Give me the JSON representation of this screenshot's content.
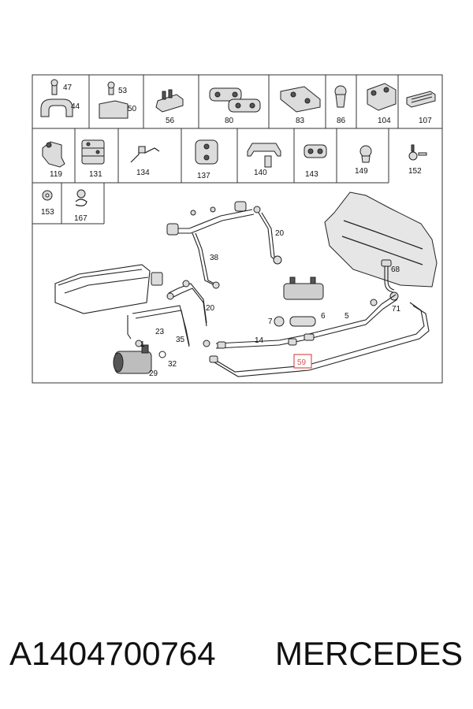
{
  "catalog_grid": {
    "cells": [
      {
        "id": "47-44-cell",
        "labels": [
          "47",
          "44"
        ]
      },
      {
        "id": "53-50-cell",
        "labels": [
          "53",
          "50"
        ]
      },
      {
        "id": "56-cell",
        "labels": [
          "56"
        ]
      },
      {
        "id": "80-cell",
        "labels": [
          "80"
        ]
      },
      {
        "id": "83-cell",
        "labels": [
          "83"
        ]
      },
      {
        "id": "86-cell",
        "labels": [
          "86"
        ]
      },
      {
        "id": "104-cell",
        "labels": [
          "104"
        ]
      },
      {
        "id": "107-cell",
        "labels": [
          "107"
        ]
      },
      {
        "id": "119-cell",
        "labels": [
          "119"
        ]
      },
      {
        "id": "131-cell",
        "labels": [
          "131"
        ]
      },
      {
        "id": "134-cell",
        "labels": [
          "134"
        ]
      },
      {
        "id": "137-cell",
        "labels": [
          "137"
        ]
      },
      {
        "id": "140-cell",
        "labels": [
          "140"
        ]
      },
      {
        "id": "143-cell",
        "labels": [
          "143"
        ]
      },
      {
        "id": "149-cell",
        "labels": [
          "149"
        ]
      },
      {
        "id": "152-cell",
        "labels": [
          "152"
        ]
      },
      {
        "id": "153-cell",
        "labels": [
          "153"
        ]
      },
      {
        "id": "167-cell",
        "labels": [
          "167"
        ]
      }
    ]
  },
  "assembly_labels": {
    "l20a": "20",
    "l38": "38",
    "l20b": "20",
    "l68": "68",
    "l71": "71",
    "l6": "6",
    "l5": "5",
    "l7": "7",
    "l23": "23",
    "l35": "35",
    "l14": "14",
    "l1": "1",
    "l32": "32",
    "l29": "29",
    "l59": "59"
  },
  "highlight_color": "#d9534f",
  "caption": {
    "part_number": "A1404700764",
    "brand": "MERCEDES"
  }
}
